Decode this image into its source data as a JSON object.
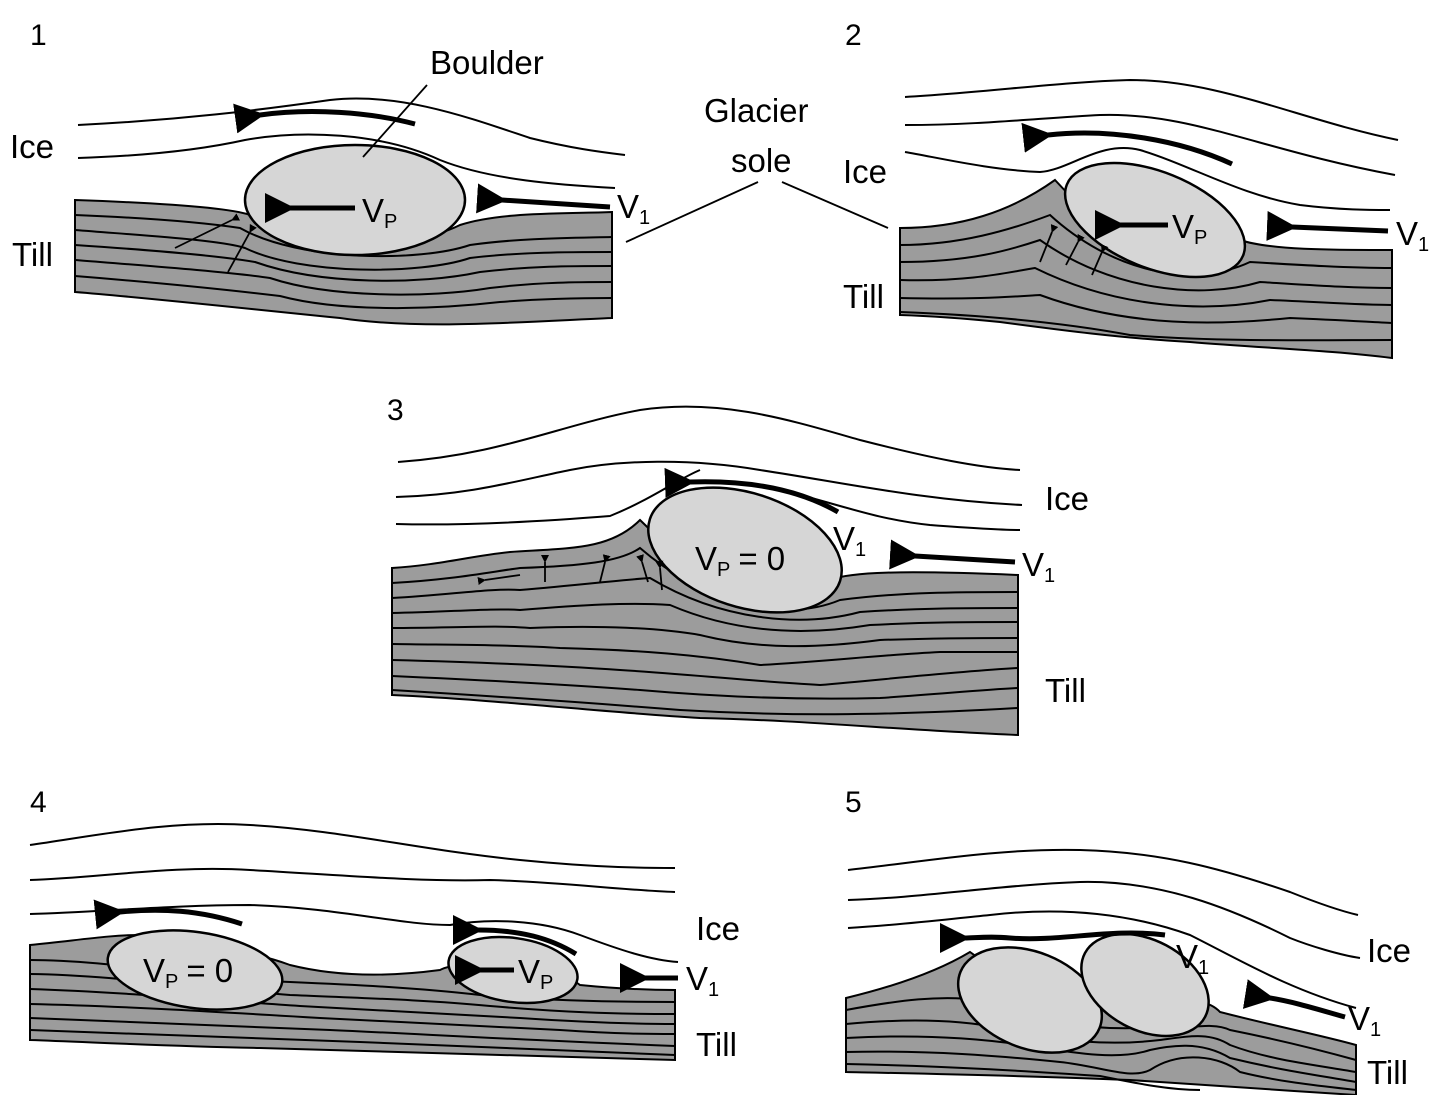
{
  "colors": {
    "till": "#9c9c9c",
    "boulder": "#d6d6d6",
    "line": "#000000",
    "background": "#ffffff"
  },
  "panels": [
    {
      "number": "1",
      "ice_label": "Ice",
      "till_label": "Till",
      "velocity_label": "V",
      "velocity_sub": "P",
      "ice_velocity_label": "V",
      "ice_velocity_sub": "1"
    },
    {
      "number": "2",
      "ice_label": "Ice",
      "till_label": "Till",
      "velocity_label": "V",
      "velocity_sub": "P",
      "ice_velocity_label": "V",
      "ice_velocity_sub": "1"
    },
    {
      "number": "3",
      "ice_label": "Ice",
      "till_label": "Till",
      "velocity_label": "V",
      "velocity_sub": "P",
      "velocity_value": "= 0",
      "ice_velocity_label": "V",
      "ice_velocity_sub": "1",
      "local_velocity_label": "V",
      "local_velocity_sub": "1"
    },
    {
      "number": "4",
      "ice_label": "Ice",
      "till_label": "Till",
      "velocity_label": "V",
      "velocity_sub": "P",
      "velocity_value": "= 0",
      "velocity2_label": "V",
      "velocity2_sub": "P",
      "ice_velocity_label": "V",
      "ice_velocity_sub": "1"
    },
    {
      "number": "5",
      "ice_label": "Ice",
      "till_label": "Till",
      "ice_velocity_label": "V",
      "ice_velocity_sub": "1",
      "local_velocity_label": "V",
      "local_velocity_sub": "1"
    }
  ],
  "labels": {
    "boulder": "Boulder",
    "glacier_sole_line1": "Glacier",
    "glacier_sole_line2": "sole"
  }
}
